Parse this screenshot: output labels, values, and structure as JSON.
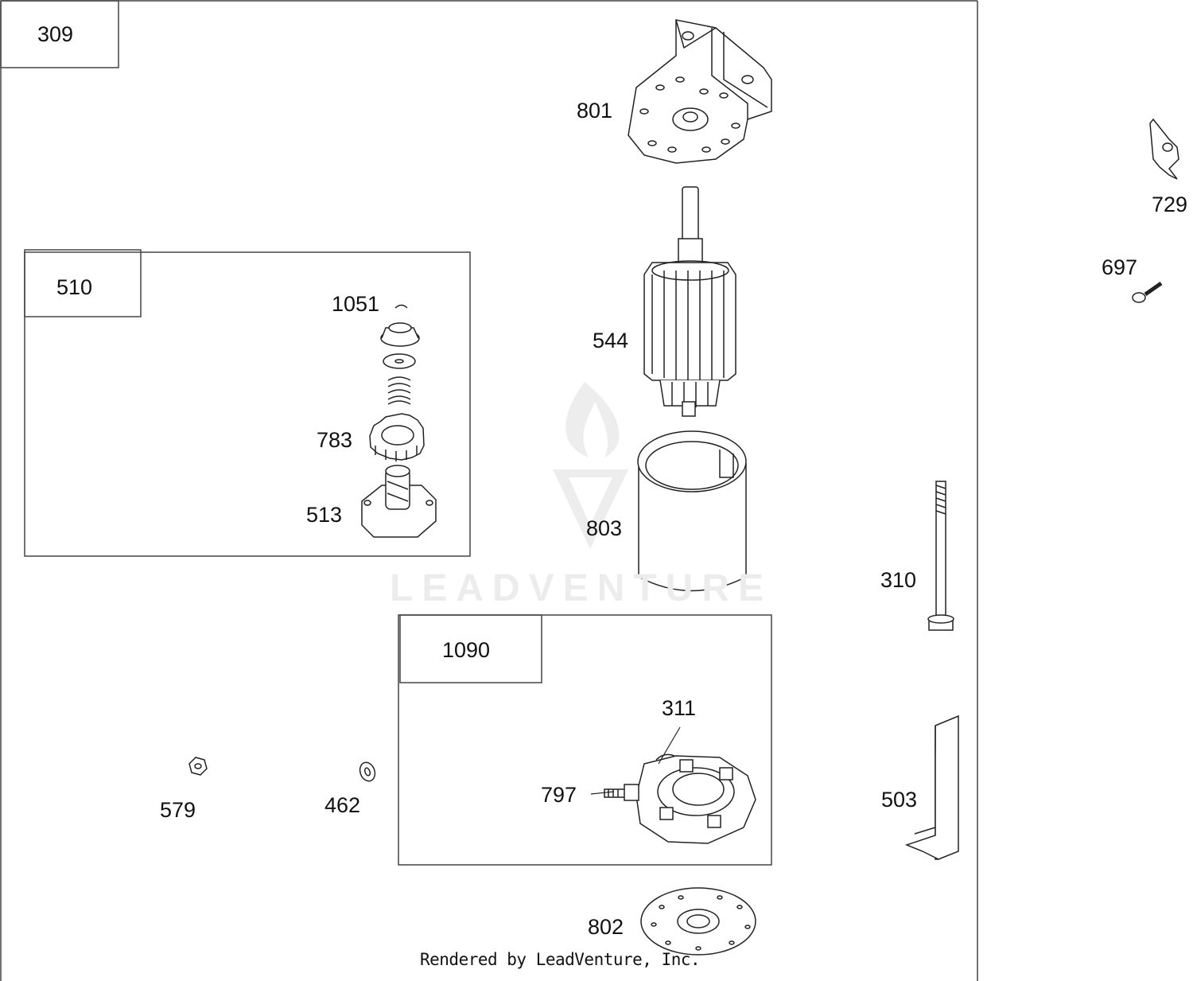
{
  "diagram": {
    "callout_boxes": [
      {
        "id": "309"
      },
      {
        "id": "510"
      },
      {
        "id": "1090"
      }
    ],
    "part_labels": [
      "801",
      "729",
      "697",
      "544",
      "1051",
      "783",
      "513",
      "803",
      "310",
      "311",
      "797",
      "579",
      "462",
      "503",
      "802"
    ],
    "footer": "Rendered by LeadVenture, Inc.",
    "watermark": "LEADVENTURE"
  }
}
